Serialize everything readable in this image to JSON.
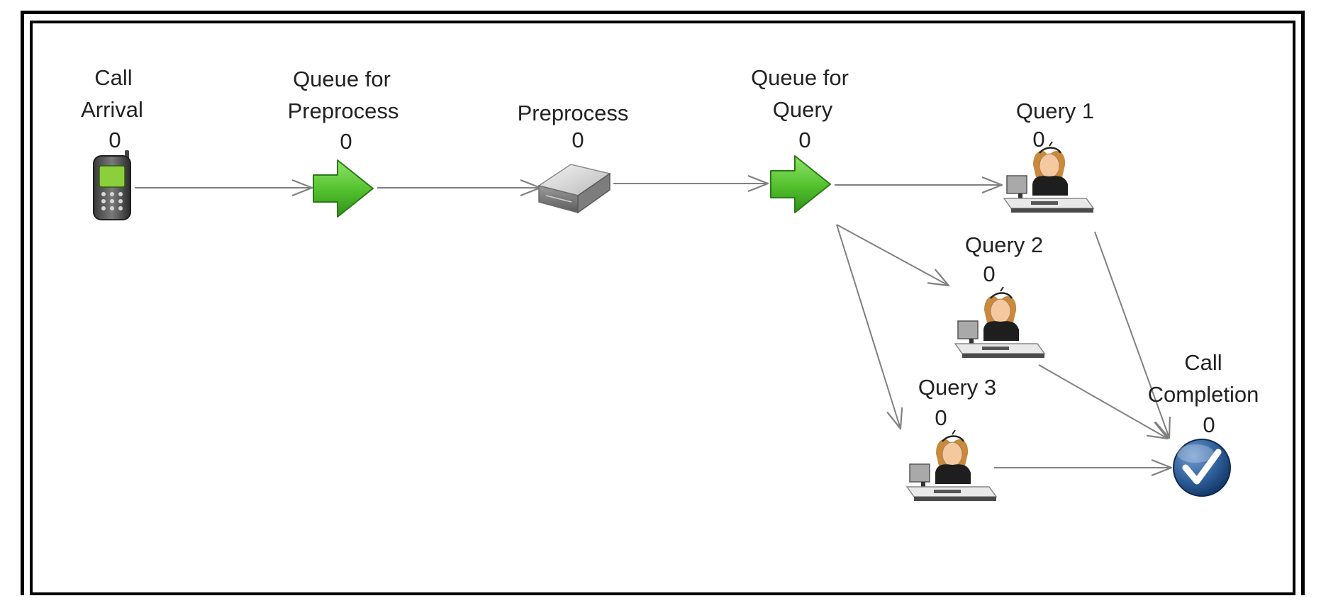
{
  "diagram": {
    "nodes": [
      {
        "id": "call_arrival",
        "label_lines": [
          "Call",
          "Arrival"
        ],
        "count": "0",
        "icon": "mobile-phone-icon"
      },
      {
        "id": "queue_preprocess",
        "label_lines": [
          "Queue for",
          "Preprocess"
        ],
        "count": "0",
        "icon": "green-arrow-icon"
      },
      {
        "id": "preprocess",
        "label_lines": [
          "Preprocess"
        ],
        "count": "0",
        "icon": "server-device-icon"
      },
      {
        "id": "queue_query",
        "label_lines": [
          "Queue for",
          "Query"
        ],
        "count": "0",
        "icon": "green-arrow-icon"
      },
      {
        "id": "query1",
        "label_lines": [
          "Query 1"
        ],
        "count": "0",
        "icon": "operator-desk-icon"
      },
      {
        "id": "query2",
        "label_lines": [
          "Query 2"
        ],
        "count": "0",
        "icon": "operator-desk-icon"
      },
      {
        "id": "query3",
        "label_lines": [
          "Query 3"
        ],
        "count": "0",
        "icon": "operator-desk-icon"
      },
      {
        "id": "call_completion",
        "label_lines": [
          "Call",
          "Completion"
        ],
        "count": "0",
        "icon": "check-circle-icon"
      }
    ],
    "edges": [
      {
        "from": "call_arrival",
        "to": "queue_preprocess"
      },
      {
        "from": "queue_preprocess",
        "to": "preprocess"
      },
      {
        "from": "preprocess",
        "to": "queue_query"
      },
      {
        "from": "queue_query",
        "to": "query1"
      },
      {
        "from": "queue_query",
        "to": "query2"
      },
      {
        "from": "queue_query",
        "to": "query3"
      },
      {
        "from": "query1",
        "to": "call_completion"
      },
      {
        "from": "query2",
        "to": "call_completion"
      },
      {
        "from": "query3",
        "to": "call_completion"
      }
    ],
    "colors": {
      "arrow_green": "#5ec93a",
      "edge": "#808080",
      "check_blue": "#1f4f86"
    }
  }
}
